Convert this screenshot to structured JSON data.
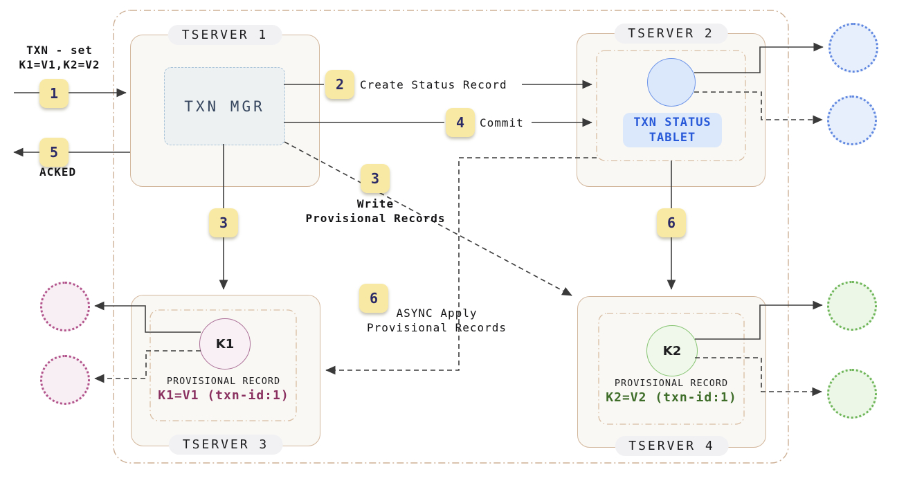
{
  "diagram": {
    "client": {
      "request_line1": "TXN - set",
      "request_line2": "K1=V1,K2=V2",
      "ack": "ACKED"
    },
    "steps": {
      "s1": "1",
      "s2": "2",
      "s3": "3",
      "s4": "4",
      "s5": "5",
      "s6": "6",
      "s2_label": "Create Status Record",
      "s3_label_1": "Write",
      "s3_label_2": "Provisional Records",
      "s4_label": "Commit",
      "s6_label_1": "ASYNC Apply",
      "s6_label_2": "Provisional Records"
    },
    "tserver1": {
      "title": "TSERVER 1",
      "txn_mgr": "TXN MGR"
    },
    "tserver2": {
      "title": "TSERVER 2",
      "tablet_line1": "TXN STATUS",
      "tablet_line2": "TABLET"
    },
    "tserver3": {
      "title": "TSERVER 3",
      "key": "K1",
      "record_title": "PROVISIONAL RECORD",
      "record_value": "K1=V1 (txn-id:1)"
    },
    "tserver4": {
      "title": "TSERVER 4",
      "key": "K2",
      "record_title": "PROVISIONAL RECORD",
      "record_value": "K2=V2 (txn-id:1)"
    },
    "colors": {
      "badge_bg": "#f8e9a4",
      "badge_text": "#2b2a67",
      "blue_accent": "#2859d8",
      "maroon_accent": "#8a3060",
      "green_accent": "#3d6d28",
      "tan_border": "#cdb096"
    }
  }
}
